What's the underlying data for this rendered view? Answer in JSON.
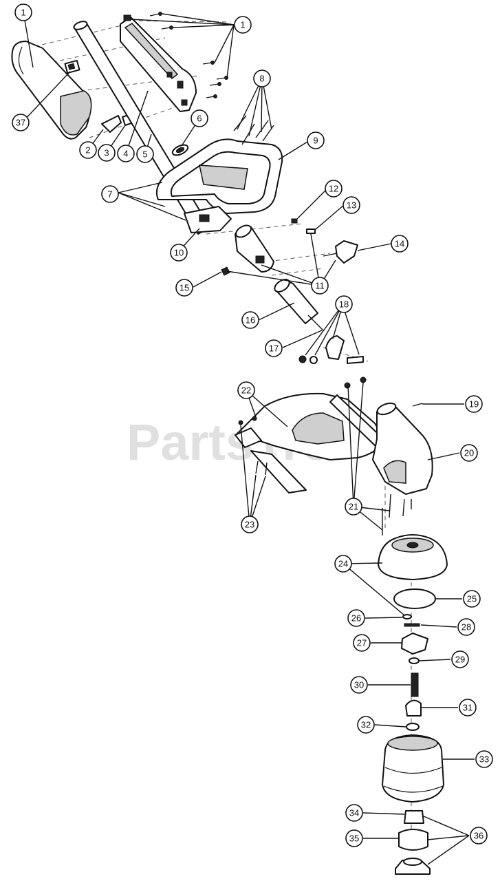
{
  "watermark": "PartsTree",
  "callouts": [
    {
      "id": "c1a",
      "label": "1"
    },
    {
      "id": "c1b",
      "label": "1"
    },
    {
      "id": "c2",
      "label": "2"
    },
    {
      "id": "c3",
      "label": "3"
    },
    {
      "id": "c4",
      "label": "4"
    },
    {
      "id": "c5",
      "label": "5"
    },
    {
      "id": "c6",
      "label": "6"
    },
    {
      "id": "c7",
      "label": "7"
    },
    {
      "id": "c8",
      "label": "8"
    },
    {
      "id": "c9",
      "label": "9"
    },
    {
      "id": "c10",
      "label": "10"
    },
    {
      "id": "c11",
      "label": "11"
    },
    {
      "id": "c12",
      "label": "12"
    },
    {
      "id": "c13",
      "label": "13"
    },
    {
      "id": "c14",
      "label": "14"
    },
    {
      "id": "c15",
      "label": "15"
    },
    {
      "id": "c16",
      "label": "16"
    },
    {
      "id": "c17",
      "label": "17"
    },
    {
      "id": "c18",
      "label": "18"
    },
    {
      "id": "c19",
      "label": "19"
    },
    {
      "id": "c20",
      "label": "20"
    },
    {
      "id": "c21",
      "label": "21"
    },
    {
      "id": "c22",
      "label": "22"
    },
    {
      "id": "c23",
      "label": "23"
    },
    {
      "id": "c24",
      "label": "24"
    },
    {
      "id": "c25",
      "label": "25"
    },
    {
      "id": "c26",
      "label": "26"
    },
    {
      "id": "c27",
      "label": "27"
    },
    {
      "id": "c28",
      "label": "28"
    },
    {
      "id": "c29",
      "label": "29"
    },
    {
      "id": "c30",
      "label": "30"
    },
    {
      "id": "c31",
      "label": "31"
    },
    {
      "id": "c32",
      "label": "32"
    },
    {
      "id": "c33",
      "label": "33"
    },
    {
      "id": "c34",
      "label": "34"
    },
    {
      "id": "c35",
      "label": "35"
    },
    {
      "id": "c36",
      "label": "36"
    },
    {
      "id": "c37",
      "label": "37"
    }
  ]
}
